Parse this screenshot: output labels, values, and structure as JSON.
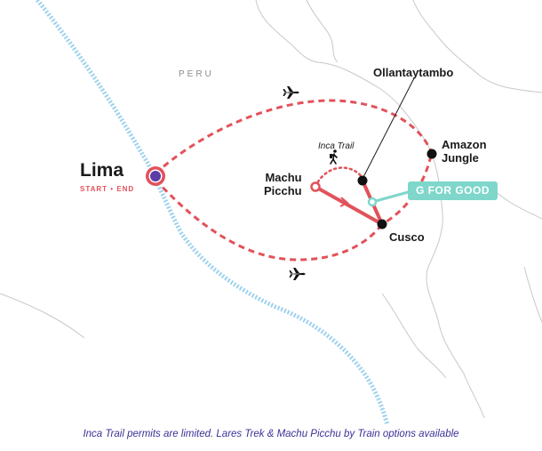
{
  "country_label": "PERU",
  "start": {
    "name": "Lima",
    "tag": "START • END"
  },
  "stops": {
    "ollantaytambo": "Ollantaytambo",
    "amazon": "Amazon\nJungle",
    "machu_picchu": "Machu\nPicchu",
    "cusco": "Cusco"
  },
  "trek_label": "Inca Trail",
  "g_for_good": "G FOR GOOD",
  "caption": "Inca Trail permits are limited. Lares Trek & Machu Picchu by Train options available",
  "colors": {
    "route": "#e2525a",
    "start_fill": "#5c3ea6",
    "g_for_good": "#7fd6cb",
    "border": "#c8c8c8",
    "coast": "#9ed2ee",
    "caption": "#3a3296"
  },
  "icons": [
    "plane-icon",
    "plane-icon",
    "hiker-icon",
    "direction-arrow-icon"
  ]
}
